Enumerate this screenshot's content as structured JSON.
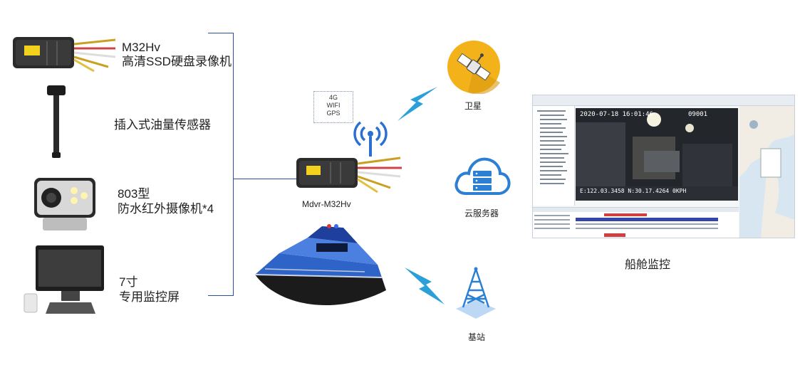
{
  "devices": {
    "recorder_line1": "M32Hv",
    "recorder_line2": "高清SSD硬盘录像机",
    "sensor": "插入式油量传感器",
    "camera_line1": "803型",
    "camera_line2": "防水红外摄像机*4",
    "monitor_line1": "7寸",
    "monitor_line2": "专用监控屏"
  },
  "center": {
    "features": [
      "4G",
      "WIFI",
      "GPS"
    ],
    "device_label": "Mdvr-M32Hv"
  },
  "links": {
    "satellite": "卫星",
    "cloud": "云服务器",
    "base_station": "基站"
  },
  "monitor_panel": {
    "caption": "船舱监控",
    "video_timestamp": "2020-07-18 16:01:46",
    "video_channel": "09001",
    "video_coords": "E:122.03.3458 N:30.17.4264 0KPH"
  },
  "colors": {
    "bracket": "#2a4fa0",
    "lightning": "#2a9fd8",
    "satellite_bg": "#f4b21a",
    "cloud": "#2d7fd3"
  }
}
